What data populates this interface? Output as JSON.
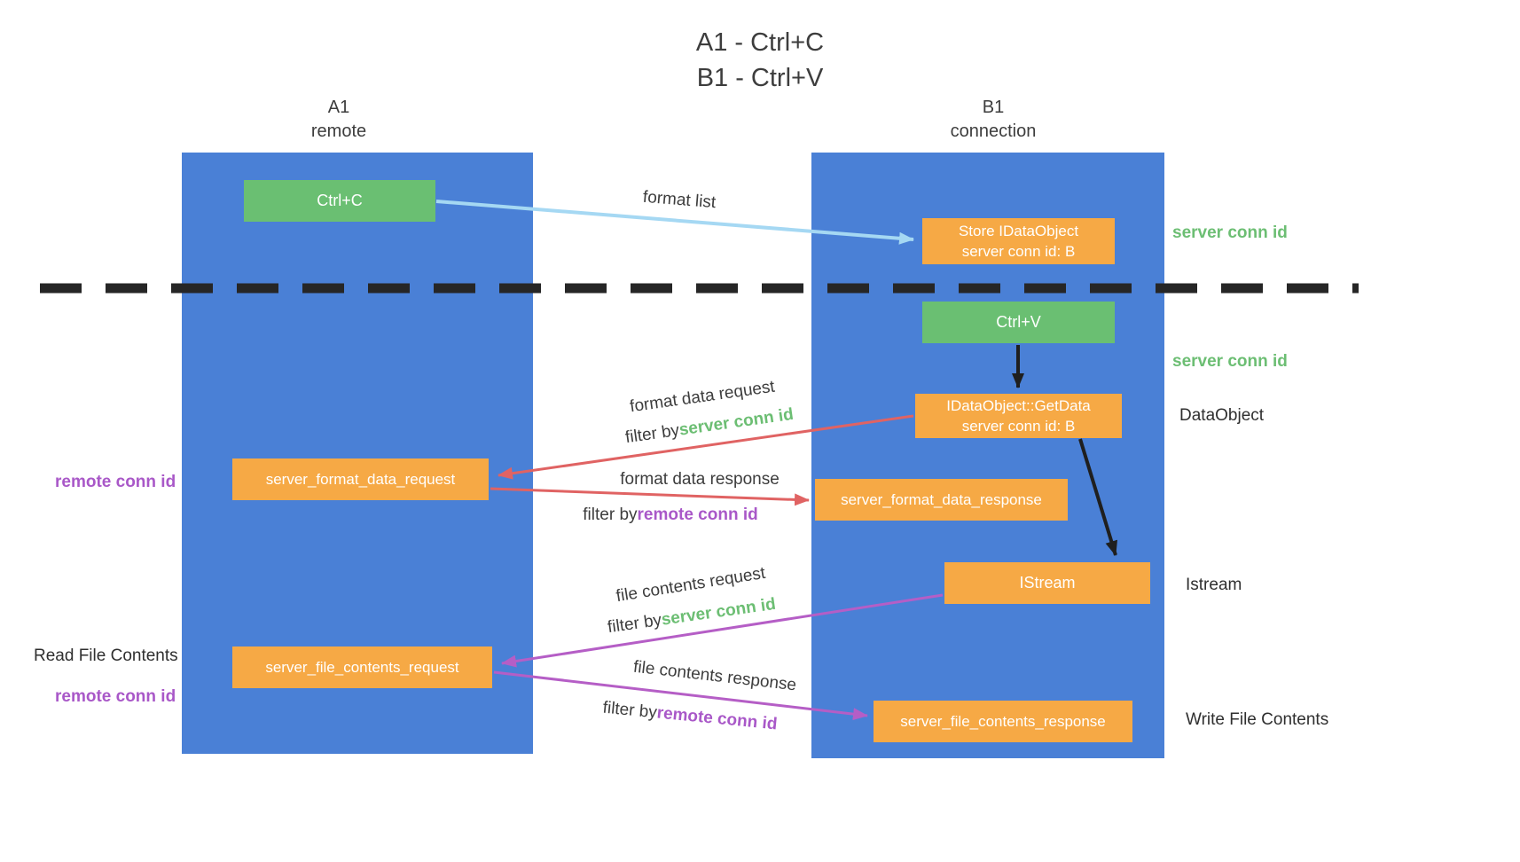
{
  "title": {
    "line1": "A1 - Ctrl+C",
    "line2": "B1 - Ctrl+V"
  },
  "columns": {
    "left": {
      "name": "A1",
      "subtitle": "remote"
    },
    "right": {
      "name": "B1",
      "subtitle": "connection"
    }
  },
  "nodes": {
    "ctrl_c": {
      "label": "Ctrl+C"
    },
    "store_idataobject": {
      "line1": "Store IDataObject",
      "line2": "server conn id: B"
    },
    "ctrl_v": {
      "label": "Ctrl+V"
    },
    "getdata": {
      "line1": "IDataObject::GetData",
      "line2": "server conn id: B"
    },
    "server_format_data_request": {
      "label": "server_format_data_request"
    },
    "server_format_data_response": {
      "label": "server_format_data_response"
    },
    "istream": {
      "label": "IStream"
    },
    "server_file_contents_request": {
      "label": "server_file_contents_request"
    },
    "server_file_contents_response": {
      "label": "server_file_contents_response"
    }
  },
  "right_labels": {
    "server_conn_id": "server conn id",
    "dataobject": "DataObject",
    "istream": "Istream",
    "write_file_contents": "Write File Contents"
  },
  "left_labels": {
    "remote_conn_id": "remote conn id",
    "read_file_contents": "Read File Contents"
  },
  "edge_labels": {
    "format_list": "format list",
    "format_data_request": "format data request",
    "format_data_response": "format data response",
    "file_contents_request": "file contents request",
    "file_contents_response": "file contents response",
    "filter_by": "filter by",
    "server_conn_id": "server conn id",
    "remote_conn_id": "remote conn id"
  },
  "colors": {
    "column_blue": "#4A80D6",
    "box_green": "#6ABF72",
    "box_orange": "#F6A945",
    "arrow_light_blue": "#A5D8F3",
    "arrow_red": "#E06363",
    "arrow_purple": "#B55EC6",
    "arrow_black": "#1F1F1F",
    "label_green": "#6CBE73",
    "label_purple": "#A958C8"
  }
}
